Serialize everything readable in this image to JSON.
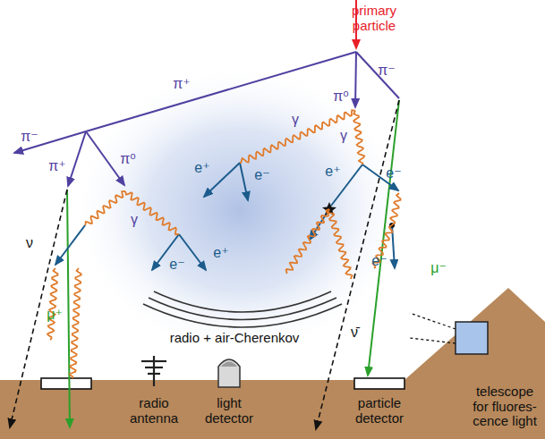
{
  "diagram": {
    "labels": [
      "primary particle",
      "π⁺",
      "π⁰",
      "π⁻",
      "π⁻",
      "π⁺",
      "π⁰",
      "γ",
      "γ",
      "e⁺",
      "e⁻",
      "e⁺",
      "e⁻",
      "γ",
      "e⁻",
      "e⁺",
      "e⁻",
      "μ⁻",
      "ν",
      "μ⁺",
      "ν̄",
      "radio + air-Cherenkov",
      "radio antenna",
      "light detector",
      "particle detector",
      "telescope for fluores- cence light"
    ]
  }
}
